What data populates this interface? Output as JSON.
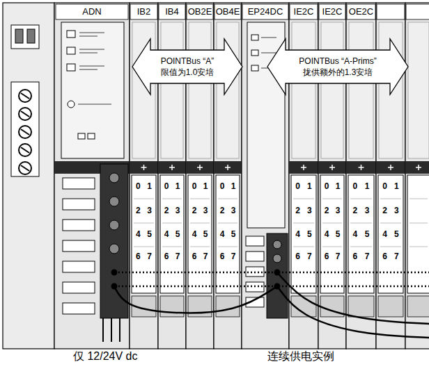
{
  "diagram": {
    "nodes": [
      {
        "text": [
          "POINTBus “A”",
          "限值为1.0安培"
        ]
      },
      {
        "text": [
          "POINTBus “A-Prims”",
          "拢供额外的1.3安培"
        ]
      }
    ],
    "labels": [
      "ADN",
      "IB2",
      "IB4",
      "OB2E",
      "OB4E",
      "EP24DC",
      "IE2C",
      "IE2C",
      "OE2C",
      "0",
      "1",
      "2",
      "3",
      "4",
      "5",
      "6",
      "7",
      "0",
      "1",
      "2",
      "3",
      "4",
      "5",
      "6",
      "7",
      "0",
      "1",
      "2",
      "3",
      "4",
      "5",
      "6",
      "7",
      "0",
      "1",
      "2",
      "3",
      "4",
      "5",
      "6",
      "7",
      "0",
      "1",
      "2",
      "3",
      "4",
      "5",
      "6",
      "7",
      "0",
      "1",
      "2",
      "3",
      "4",
      "5",
      "6",
      "7",
      "0",
      "1",
      "2",
      "3",
      "4",
      "5",
      "6",
      "7",
      "0",
      "1",
      "2",
      "3",
      "4",
      "5",
      "6",
      "7",
      "仅 12/24V dc",
      "连续供电实例"
    ]
  }
}
